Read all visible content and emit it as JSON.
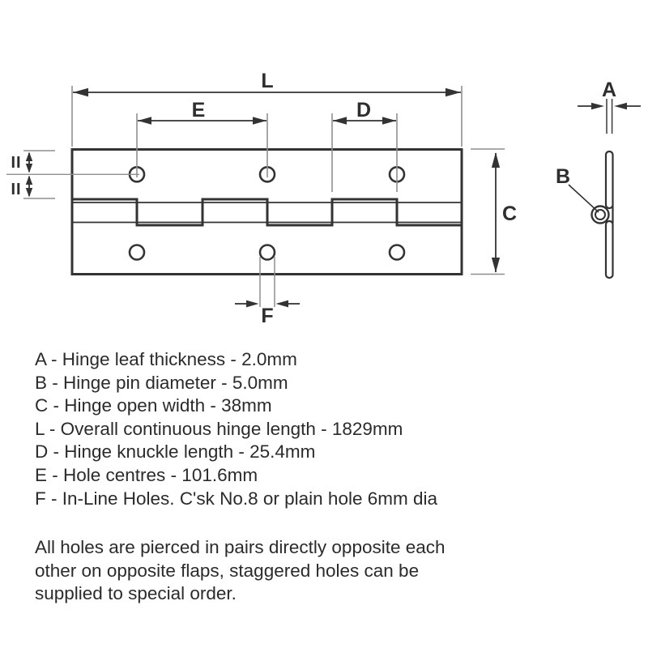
{
  "diagram": {
    "dim_labels": {
      "L": "L",
      "E": "E",
      "D": "D",
      "C": "C",
      "A": "A",
      "B": "B",
      "F": "F",
      "equal_top": "II",
      "equal_bottom": "II"
    },
    "colors": {
      "line": "#333333",
      "extension_line": "#8f8f8f",
      "background": "#ffffff",
      "text": "#2b2b2b"
    }
  },
  "legend": {
    "items": [
      "A - Hinge leaf thickness - 2.0mm",
      "B - Hinge pin diameter - 5.0mm",
      "C - Hinge open width - 38mm",
      "L - Overall continuous hinge length - 1829mm",
      "D - Hinge knuckle length - 25.4mm",
      "E - Hole centres - 101.6mm",
      "F - In-Line Holes. C'sk No.8 or plain hole 6mm dia"
    ]
  },
  "note": {
    "lines": [
      "All holes are pierced in pairs directly opposite each",
      "other on opposite flaps, staggered holes can be",
      "supplied to special order."
    ]
  }
}
